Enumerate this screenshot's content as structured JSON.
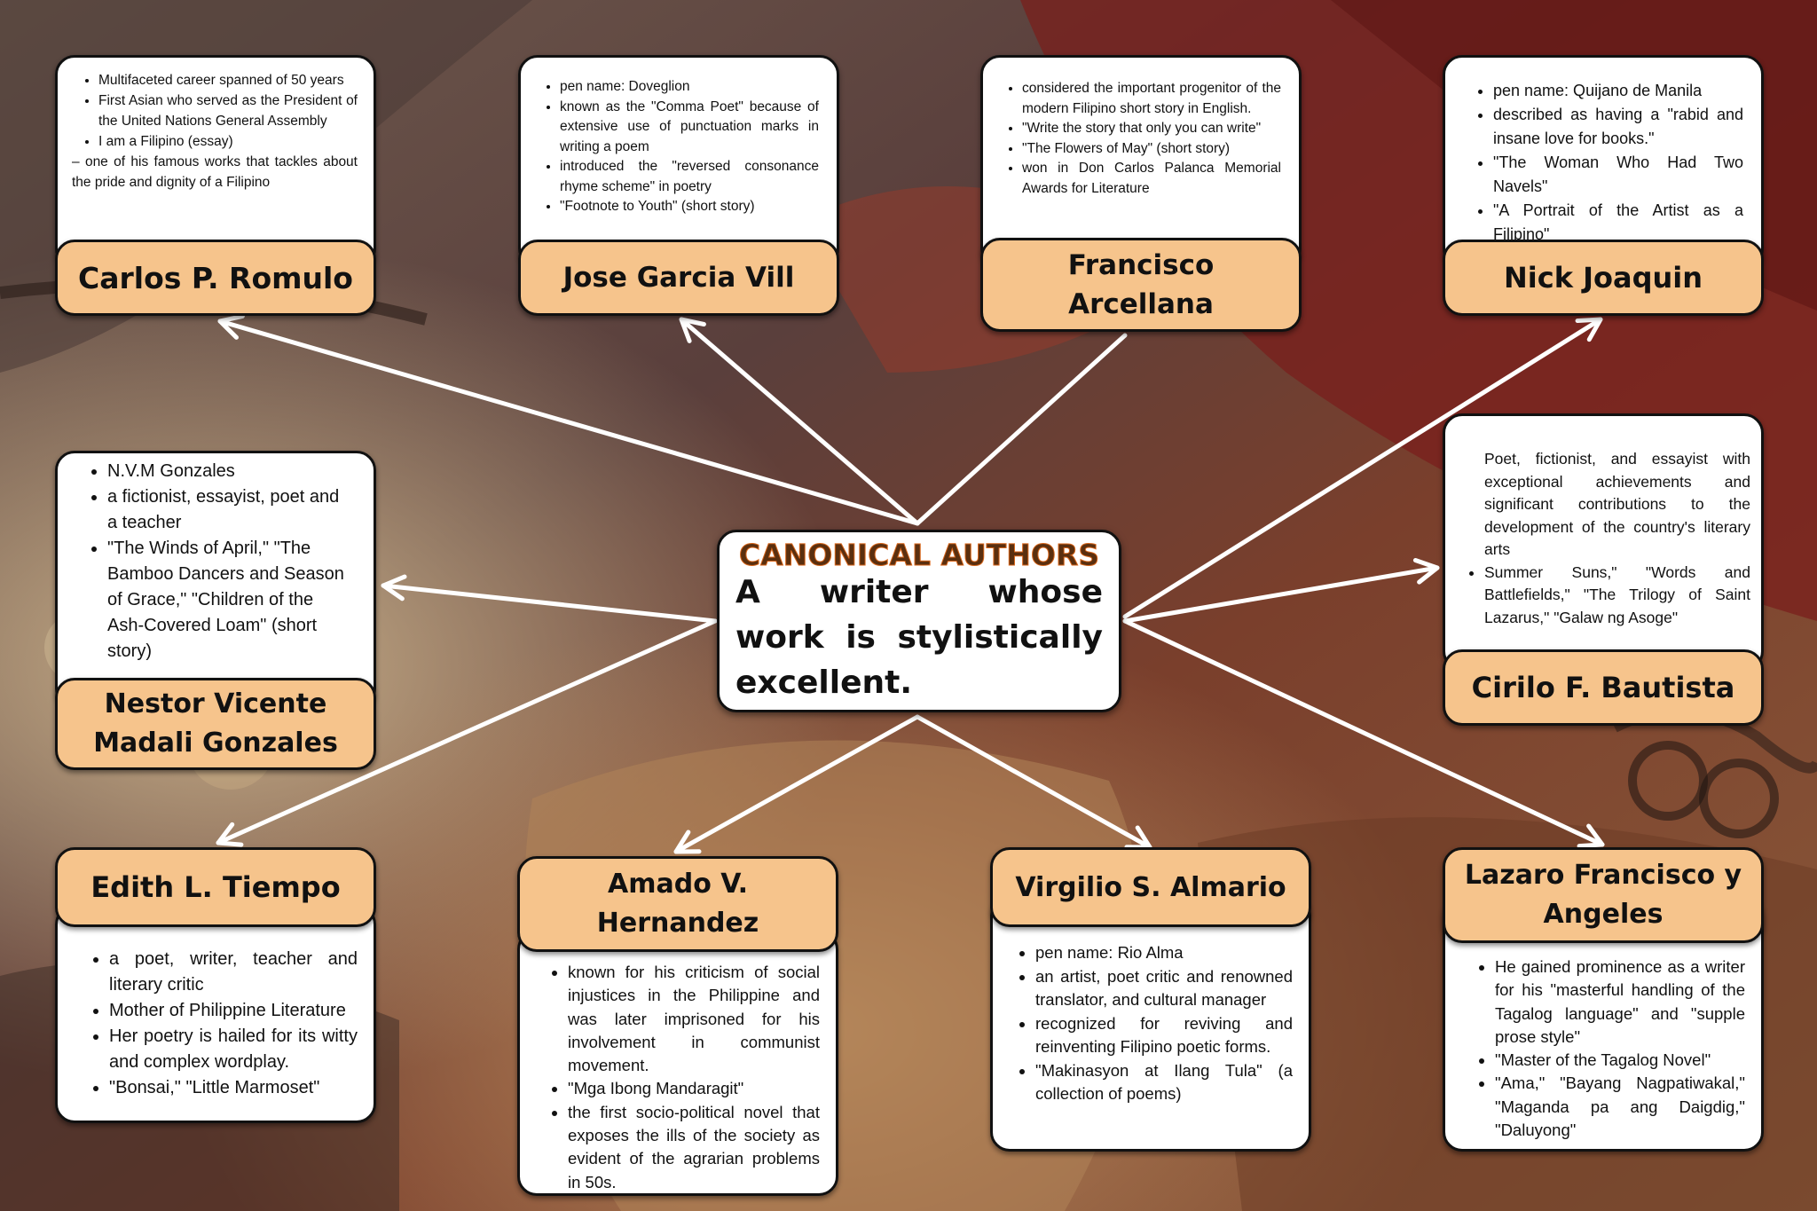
{
  "center": {
    "title": "CANONICAL AUTHORS",
    "definition": "A writer whose work is stylistically excellent."
  },
  "authors": {
    "romulo": {
      "name": "Carlos P. Romulo",
      "facts": [
        "Multifaceted career spanned of 50 years",
        "First Asian who served as the President of the United Nations General Assembly",
        "I am a Filipino (essay)"
      ],
      "note": "– one of his famous works that tackles about the pride and dignity of a Filipino"
    },
    "villa": {
      "name": "Jose Garcia Vill",
      "facts": [
        "pen name: Doveglion",
        "known as the \"Comma Poet\" because of extensive use of punctuation marks in writing a poem",
        "introduced the \"reversed consonance rhyme scheme\" in poetry",
        "\"Footnote to Youth\" (short story)"
      ]
    },
    "arcellana": {
      "name_line1": "Francisco",
      "name_line2": "Arcellana",
      "facts": [
        "considered the important progenitor of the modern Filipino short story in English.",
        "\"Write the story that only you can write\"",
        "\"The Flowers of May\" (short story)",
        "won in Don Carlos Palanca Memorial Awards for Literature"
      ]
    },
    "joaquin": {
      "name": "Nick Joaquin",
      "facts": [
        "pen name: Quijano de Manila",
        "described as having a \"rabid and insane love for books.\"",
        "\"The Woman Who Had Two Navels\"",
        "\"A Portrait of the Artist as a Filipino\""
      ]
    },
    "gonzales": {
      "name_line1": "Nestor Vicente",
      "name_line2": "Madali Gonzales",
      "facts": [
        "N.V.M Gonzales",
        "a fictionist, essayist, poet and a teacher",
        "\"The Winds of April,\" \"The Bamboo Dancers and Season of Grace,\" \"Children of the Ash-Covered Loam\" (short story)"
      ]
    },
    "bautista": {
      "name": "Cirilo F. Bautista",
      "facts": [
        "Poet, fictionist, and essayist with exceptional achievements and significant contributions to the development of the country's literary arts",
        "Summer Suns,\" \"Words and Battlefields,\" \"The Trilogy of Saint Lazarus,\" \"Galaw ng Asoge\""
      ]
    },
    "tiempo": {
      "name": "Edith L. Tiempo",
      "facts": [
        "a poet, writer, teacher and literary critic",
        "Mother of Philippine Literature",
        "Her poetry is hailed for its witty and complex wordplay.",
        "\"Bonsai,\" \"Little Marmoset\""
      ]
    },
    "hernandez": {
      "name_line1": "Amado V.",
      "name_line2": "Hernandez",
      "facts": [
        "known for his criticism of social injustices in the Philippine and was later imprisoned for his involvement in communist movement.",
        "\"Mga Ibong Mandaragit\"",
        "the first socio-political novel that exposes the ills of the society as evident of the agrarian problems in 50s."
      ]
    },
    "almario": {
      "name": "Virgilio S. Almario",
      "facts": [
        "pen name: Rio Alma",
        "an artist, poet critic and renowned translator, and cultural manager",
        "recognized for reviving and reinventing Filipino poetic forms.",
        "\"Makinasyon at Ilang Tula\" (a collection of poems)"
      ]
    },
    "lazaro": {
      "name_line1": "Lazaro Francisco y",
      "name_line2": "Angeles",
      "facts": [
        "He gained prominence as a writer for his \"masterful handling of the Tagalog language\" and \"supple prose style\"",
        "\"Master of the Tagalog Novel\"",
        "\"Ama,\" \"Bayang Nagpatiwakal,\" \"Maganda pa ang Daigdig,\" \"Daluyong\""
      ]
    }
  }
}
